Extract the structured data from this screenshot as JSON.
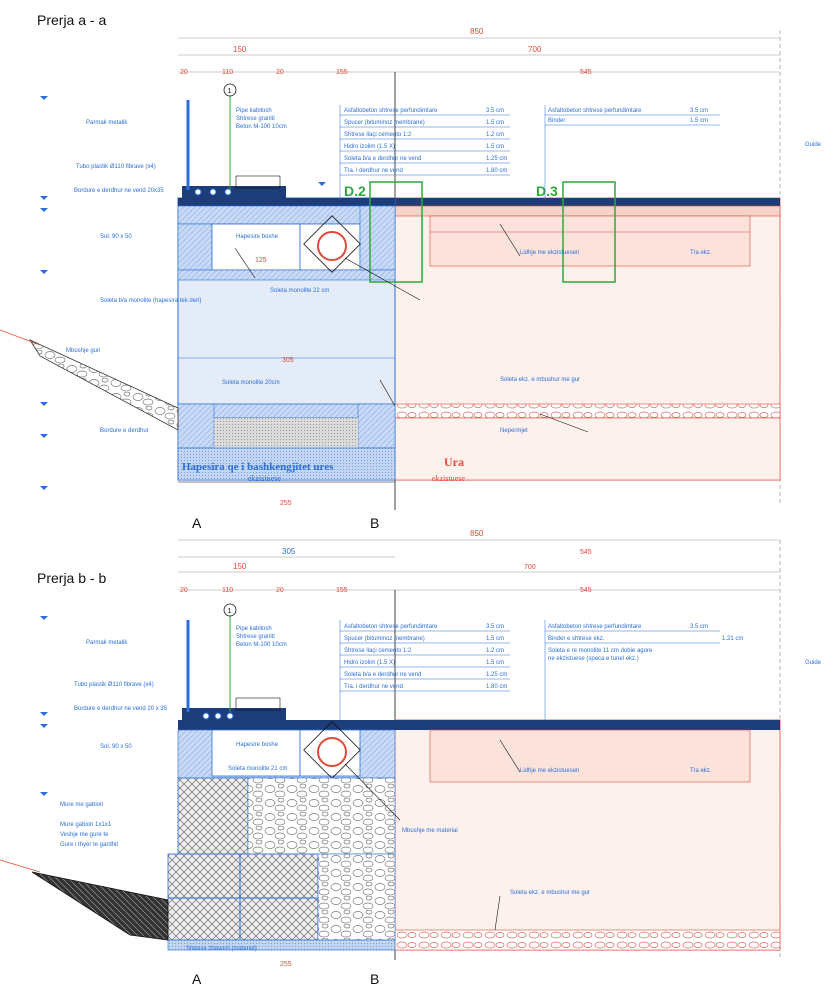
{
  "colors": {
    "blue": "#2b6fd6",
    "blue_fill": "#c9daf6",
    "red": "#e04a3a",
    "red_fill": "#fbe3dc",
    "green": "#2fa83a",
    "black": "#111111",
    "grey_fill": "#d9d9d9"
  },
  "section_a": {
    "title": "Prerja a - a",
    "dims_top": {
      "total": "850",
      "left": "150",
      "right": "700",
      "d20": "20",
      "d110": "110",
      "d20b": "20",
      "d155": "155",
      "d545": "545"
    },
    "markers": {
      "d2": "D.2",
      "d3": "D.3",
      "detail_circle": "1"
    },
    "dims_inside": {
      "d125": "125",
      "d305": "305",
      "d255": "255"
    },
    "cut_labels": {
      "a": "A",
      "b": "B"
    },
    "zone_left": "Hapesira qe i bashkengjitet ures",
    "zone_left_sub": "ekzistuese",
    "zone_right": "Ura",
    "zone_right_sub": "ekzistuese",
    "left_labels": [
      "Parmak metalik",
      "Tubo plastik Ø110 fibrave (x4)",
      "Bordure e derdhur ne vend 20x35",
      "Sol. 90 x 50",
      "Soleta b/a monolite (hapesira tek deri)",
      "Mbushje guri",
      "Bordure e derdhur"
    ],
    "layers_mid": [
      {
        "name": "Asfaltobeton shtrese perfundimtare",
        "val": "3.5 cm"
      },
      {
        "name": "Spucer (bituminoz membrane)",
        "val": "1.5 cm"
      },
      {
        "name": "Shtrese llaçi cemento 1:2",
        "val": "1.2 cm"
      },
      {
        "name": "Hidro izolim (1.5 X)",
        "val": "1.5 cm"
      },
      {
        "name": "Soleta b/a e derdhur ne vend",
        "val": "1.25 cm"
      },
      {
        "name": "Tra. i derdhur ne vend",
        "val": "1.80 cm"
      }
    ],
    "layers_right": [
      {
        "name": "Asfaltobeton shtrese perfundimtare",
        "val": "3.5 cm"
      },
      {
        "name": "Binder",
        "val": "1.5 cm"
      }
    ],
    "notes": {
      "pipe": "Pipe kabllosh",
      "layer1": "Shtrese graniti",
      "layer2": "Beton M-100 10cm",
      "void": "Hapesire boshe",
      "slab_mono": "Soleta monolite 22 cm",
      "slab_mono2": "Soleta monolite 20cm",
      "tie": "Lidhje me ekzistuesen",
      "existing_slab": "Soleta ekz. e mbushur me gur",
      "existing_beam": "Tra ekz.",
      "grille": "Nepermjet",
      "right_edge": "Guide"
    }
  },
  "section_b": {
    "title": "Prerja b - b",
    "dims_top": {
      "total": "850",
      "left": "150",
      "right": "700",
      "d305": "305",
      "d20": "20",
      "d110": "110",
      "d20b": "20",
      "d155": "155",
      "d545": "545",
      "d545b": "545"
    },
    "markers": {
      "detail_circle": "1"
    },
    "dims_inside": {
      "d255": "255",
      "d121": "1.21 cm"
    },
    "cut_labels": {
      "a": "A",
      "b": "B"
    },
    "left_labels": [
      "Parmak metalik",
      "Tubo plastik Ø110 fibrave (x4)",
      "Bordure e derdhur ne vend 20 x 35",
      "Sol. 90 x 50",
      "Mure me gabion",
      "Mure gabion 1x1x1",
      "Veshje me gure te",
      "Gure i thyer te gardhit"
    ],
    "layers_mid": [
      {
        "name": "Asfaltobeton shtrese perfundimtare",
        "val": "3.5 cm"
      },
      {
        "name": "Spucer (bituminoz membrane)",
        "val": "1.5 cm"
      },
      {
        "name": "Shtrese llaçi cemento 1:2",
        "val": "1.2 cm"
      },
      {
        "name": "Hidro izolim (1.5 X)",
        "val": "1.5 cm"
      },
      {
        "name": "Soleta b/a e derdhur ne vend",
        "val": "1.25 cm"
      },
      {
        "name": "Tra. i derdhur ne vend",
        "val": "1.80 cm"
      }
    ],
    "layers_right": [
      {
        "name": "Asfaltobeton shtrese perfundimtare",
        "val": "3.5 cm"
      },
      {
        "name": "Binder e shtrese ekz.",
        "val": ""
      },
      {
        "name": "Soleta e re monolite 11 cm dobie agore",
        "val": ""
      },
      {
        "name": "ne ekzistuese (speca e tunel ekz.)",
        "val": ""
      }
    ],
    "notes": {
      "pipe": "Pipe kabllosh",
      "layer1": "Shtrese graniti",
      "layer2": "Beton M-100 10cm",
      "void": "Hapesire boshe",
      "slab_mono": "Soleta monolite 21 cm",
      "tie": "Lidhje me ekzistuesen",
      "fill": "Mbushje me material",
      "existing_slab": "Soleta ekz. e mbushur me gur",
      "bottom": "Shtrese zhavorri (material)",
      "existing_beam": "Tra ekz.",
      "right_edge": "Guide"
    }
  }
}
